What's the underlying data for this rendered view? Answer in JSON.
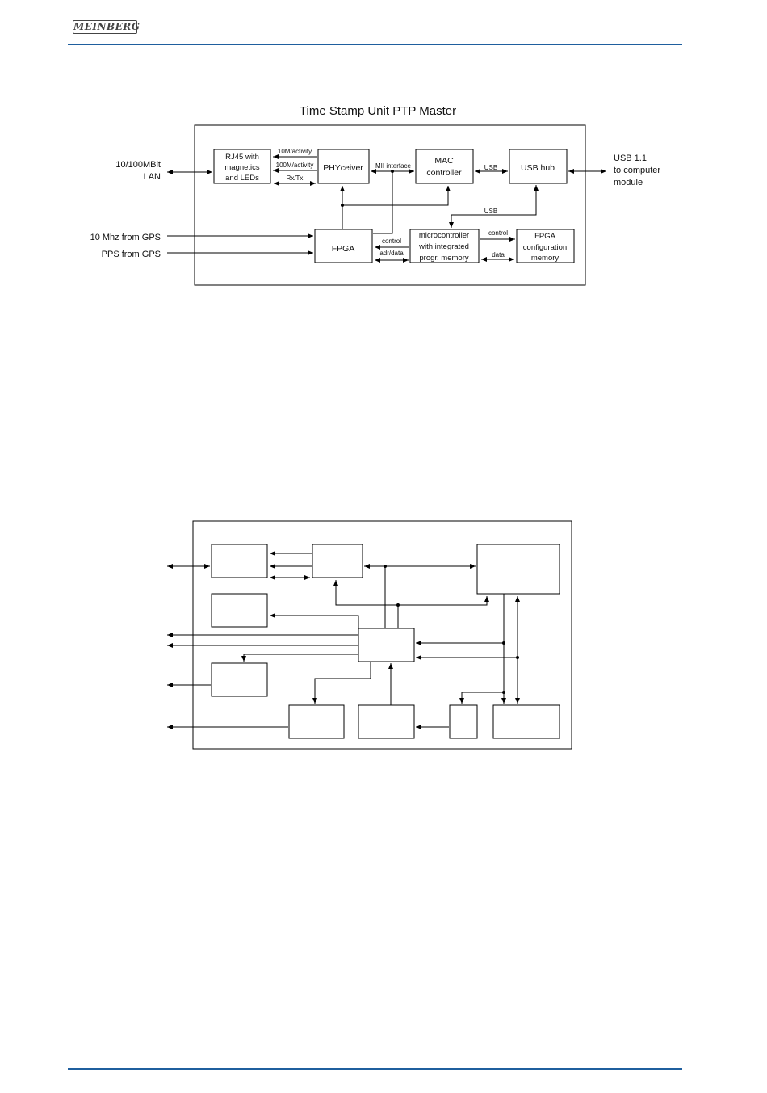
{
  "header": {
    "logo_text": "MEINBERG"
  },
  "diagram1": {
    "title": "Time Stamp Unit PTP Master",
    "inputs": {
      "lan_line1": "10/100MBit",
      "lan_line2": "LAN",
      "mhz": "10 Mhz from GPS",
      "pps": "PPS from GPS"
    },
    "output": {
      "line1": "USB 1.1",
      "line2": "to computer",
      "line3": "module"
    },
    "blocks": {
      "rj45": [
        "RJ45 with",
        "magnetics",
        "and LEDs"
      ],
      "phy": "PHYceiver",
      "mac": [
        "MAC",
        "controller"
      ],
      "usbhub": "USB hub",
      "fpga": "FPGA",
      "micro": [
        "microcontroller",
        "with integrated",
        "progr. memory"
      ],
      "fpgamem": [
        "FPGA",
        "configuration",
        "memory"
      ]
    },
    "signals": {
      "m10": "10M/activity",
      "m100": "100M/activity",
      "rxtx": "Rx/Tx",
      "mii": "MII interface",
      "usb1": "USB",
      "usb2": "USB",
      "control1": "control",
      "adrdata": "adr/data",
      "control2": "control",
      "data": "data"
    }
  }
}
